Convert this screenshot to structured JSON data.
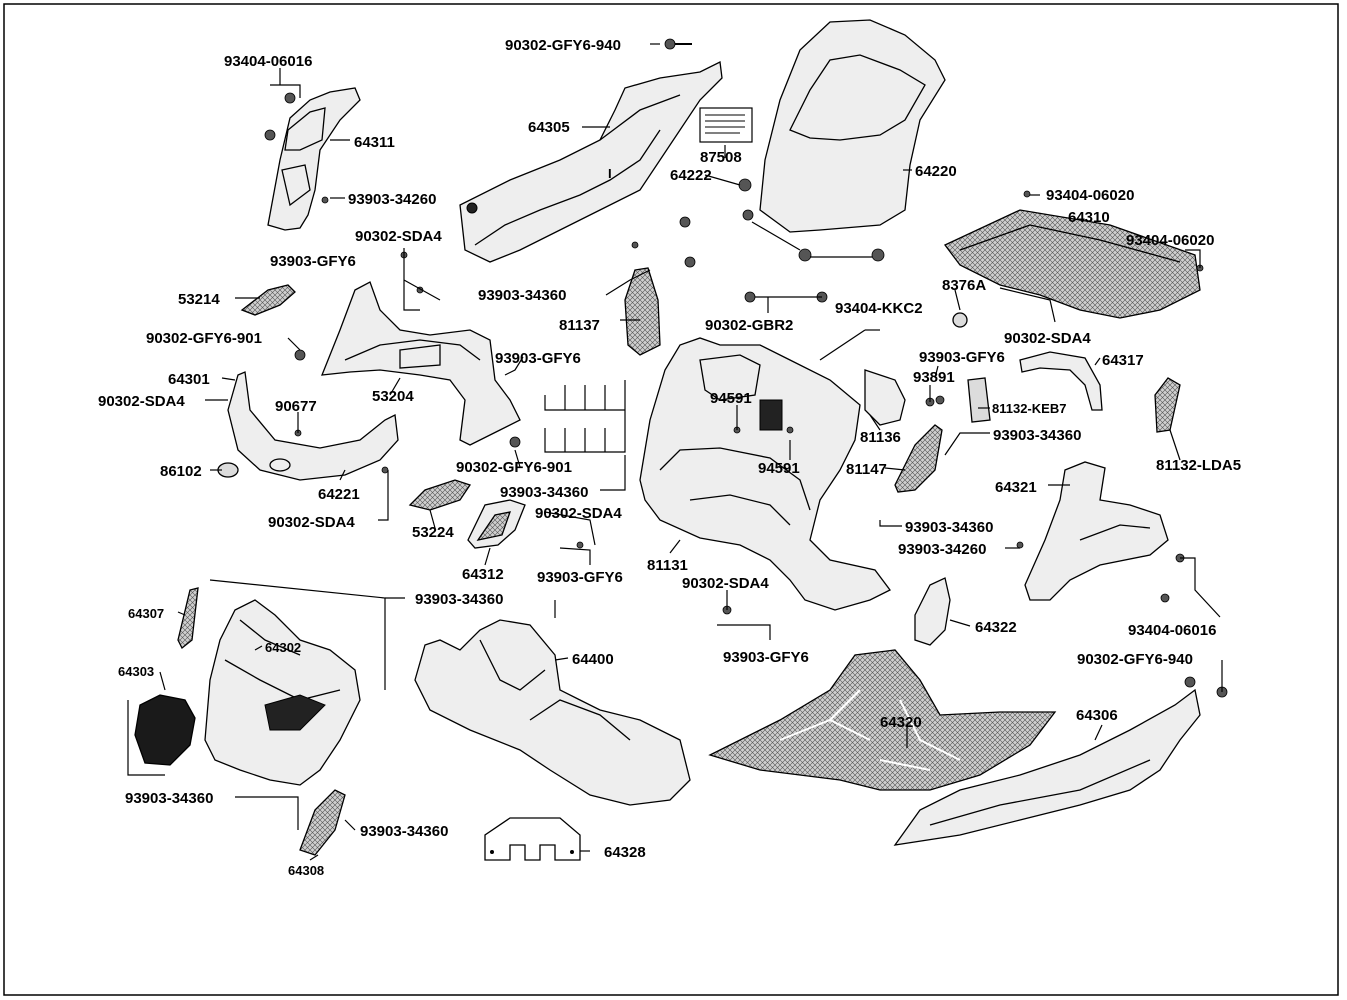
{
  "labels": {
    "l01": "93404-06016",
    "l02": "64311",
    "l03": "93903-34260",
    "l04": "90302-GFY6-940",
    "l05": "64305",
    "l06": "87508",
    "l07": "64222",
    "l08": "64220",
    "l09": "93404-06020",
    "l10": "64310",
    "l11": "93404-06020",
    "l12": "90302-SDA4",
    "l13": "93903-GFY6",
    "l14": "53214",
    "l15": "93903-34360",
    "l16": "81137",
    "l17": "90302-GBR2",
    "l18": "93404-KKC2",
    "l19": "8376A",
    "l20": "90302-SDA4",
    "l21": "90302-GFY6-901",
    "l22": "93903-GFY6",
    "l23": "64317",
    "l24": "64301",
    "l25": "93903-GFY6",
    "l26": "53204",
    "l27": "93891",
    "l28": "90302-SDA4",
    "l29": "90677",
    "l30": "94591",
    "l31": "81132-KEB7",
    "l32": "81136",
    "l33": "93903-34360",
    "l34": "86102",
    "l35": "64221",
    "l36": "90302-GFY6-901",
    "l37": "94591",
    "l38": "81147",
    "l39": "81132-LDA5",
    "l40": "93903-34360",
    "l41": "64321",
    "l42": "90302-SDA4",
    "l43": "53224",
    "l44": "90302-SDA4",
    "l45": "93903-34360",
    "l46": "93903-34260",
    "l47": "64312",
    "l48": "93903-GFY6",
    "l49": "81131",
    "l50": "90302-SDA4",
    "l51": "64307",
    "l52": "93903-34360",
    "l53": "93404-06016",
    "l54": "64302",
    "l55": "64400",
    "l56": "64322",
    "l57": "93903-GFY6",
    "l58": "64303",
    "l59": "90302-GFY6-940",
    "l60": "64320",
    "l61": "64306",
    "l62": "93903-34360",
    "l63": "93903-34360",
    "l64": "64308",
    "l65": "64328"
  }
}
